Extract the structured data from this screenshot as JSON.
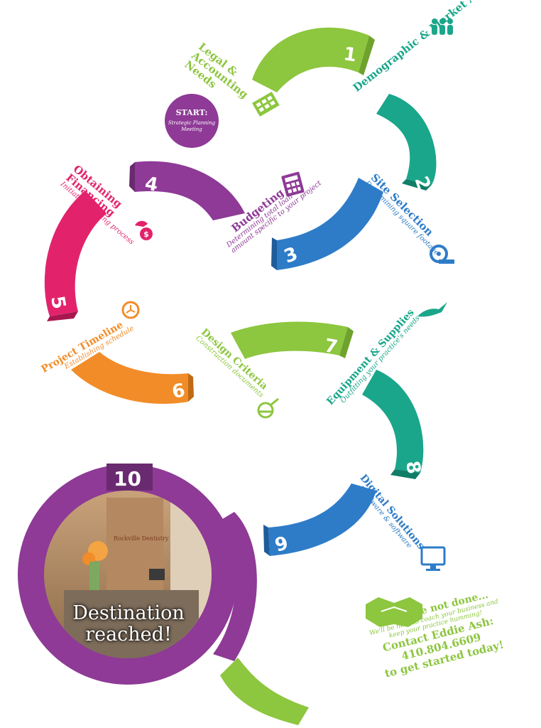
{
  "start": {
    "title": "START:",
    "subtitle": "Strategic Planning Meeting",
    "color": "#8e3a96"
  },
  "steps": [
    {
      "number": "1",
      "title": "Legal & Accounting Needs",
      "subtitle": "",
      "color": "#8dc63f",
      "icon": "calculator-receipt-icon"
    },
    {
      "number": "2",
      "title": "Demographic & Market Analysis",
      "subtitle": "",
      "color": "#1aa68a",
      "icon": "people-icon"
    },
    {
      "number": "3",
      "title": "Site Selection",
      "subtitle": "Determining square footage",
      "color": "#2e7cc8",
      "icon": "tape-measure-icon"
    },
    {
      "number": "4",
      "title": "Budgeting",
      "subtitle": "Determining total loan amount specific to your project",
      "color": "#8e3a96",
      "icon": "calculator-icon"
    },
    {
      "number": "5",
      "title": "Obtaining Financing",
      "subtitle": "Initiating funding process",
      "color": "#e2236c",
      "icon": "money-hand-icon"
    },
    {
      "number": "6",
      "title": "Project Timeline",
      "subtitle": "Establishing schedule",
      "color": "#f28c28",
      "icon": "clock-icon"
    },
    {
      "number": "7",
      "title": "Design Criteria",
      "subtitle": "Construction documents",
      "color": "#8dc63f",
      "icon": "light-icon"
    },
    {
      "number": "8",
      "title": "Equipment & Supplies",
      "subtitle": "Outfitting your practice's needs",
      "color": "#1aa68a",
      "icon": "dental-tool-icon"
    },
    {
      "number": "9",
      "title": "Digital Solutions",
      "subtitle": "Hardware & software",
      "color": "#2e7cc8",
      "icon": "monitor-icon"
    },
    {
      "number": "10",
      "title": "Destination reached!",
      "subtitle": "",
      "color": "#8e3a96",
      "icon": ""
    }
  ],
  "destination": {
    "line1": "Destination",
    "line2": "reached!",
    "photo_sign": "Rockville Dentistry"
  },
  "closing": {
    "headline": "But we're not done...",
    "line1": "We'll be here to coach your business and",
    "line2": "keep your practice humming!",
    "contact": "Contact Eddie Ash: 410.804.6609",
    "cta": "to get started today!",
    "color": "#8dc63f",
    "icon": "handshake-icon"
  }
}
